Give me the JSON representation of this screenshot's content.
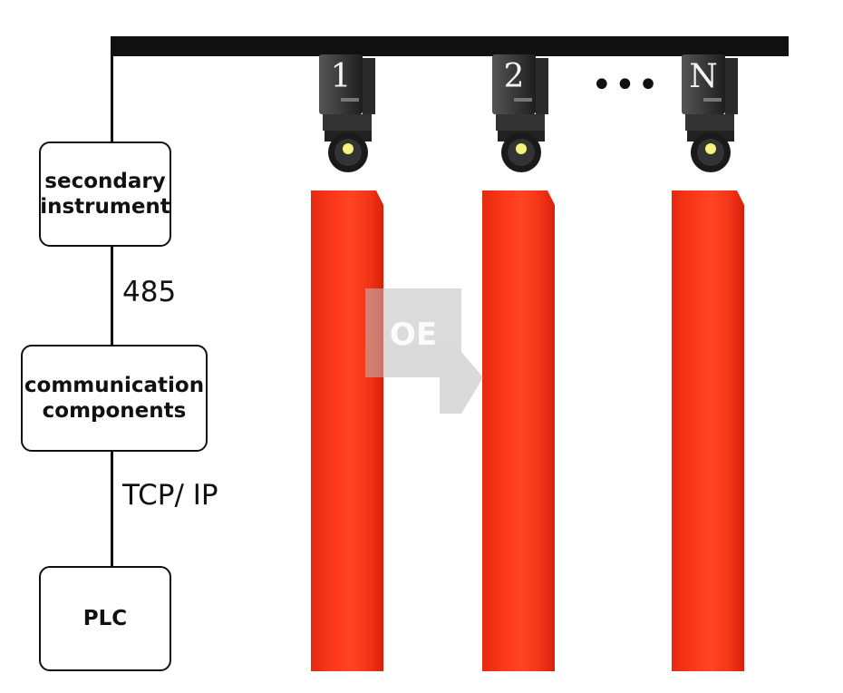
{
  "diagram": {
    "boxes": {
      "secondary_instrument": [
        "secondary",
        "instrument"
      ],
      "communication_components": [
        "communication",
        "components"
      ],
      "plc": "PLC"
    },
    "links": {
      "instrument_to_comm": "485",
      "comm_to_plc": "TCP/ IP"
    },
    "cameras": [
      "1",
      "2",
      "N"
    ],
    "ellipsis": "•••",
    "watermark_text": "OE"
  },
  "colors": {
    "bar": "#ff3a1c",
    "line": "#111111",
    "camera_body": "#3a3a3a",
    "lens": "#f4f47a"
  }
}
